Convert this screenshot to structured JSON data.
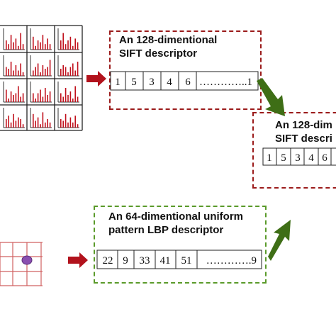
{
  "sift": {
    "label_line1": "An 128-dimentional",
    "label_line2": "SIFT descriptor",
    "cells": [
      "1",
      "5",
      "3",
      "4",
      "6",
      "…………..1"
    ]
  },
  "sift_cropped": {
    "label_line1": "An 128-dim",
    "label_line2": "SIFT descri",
    "cells": [
      "1",
      "5",
      "3",
      "4",
      "6"
    ]
  },
  "lbp": {
    "label_line1": "An 64-dimentional uniform",
    "label_line2": "pattern LBP descriptor",
    "cells": [
      "22",
      "9",
      "33",
      "41",
      "51",
      "………….9"
    ]
  },
  "colors": {
    "red_accent": "#b2121c",
    "dash_red": "#9b1b1b",
    "dash_green": "#5a9a2a",
    "arrow_green": "#3e6e16",
    "pixel_purple": "#8a4fb0",
    "grid_red": "#d06060"
  },
  "icons": [
    "red-arrow-icon",
    "green-arrow-icon",
    "pixel-dot-icon"
  ]
}
